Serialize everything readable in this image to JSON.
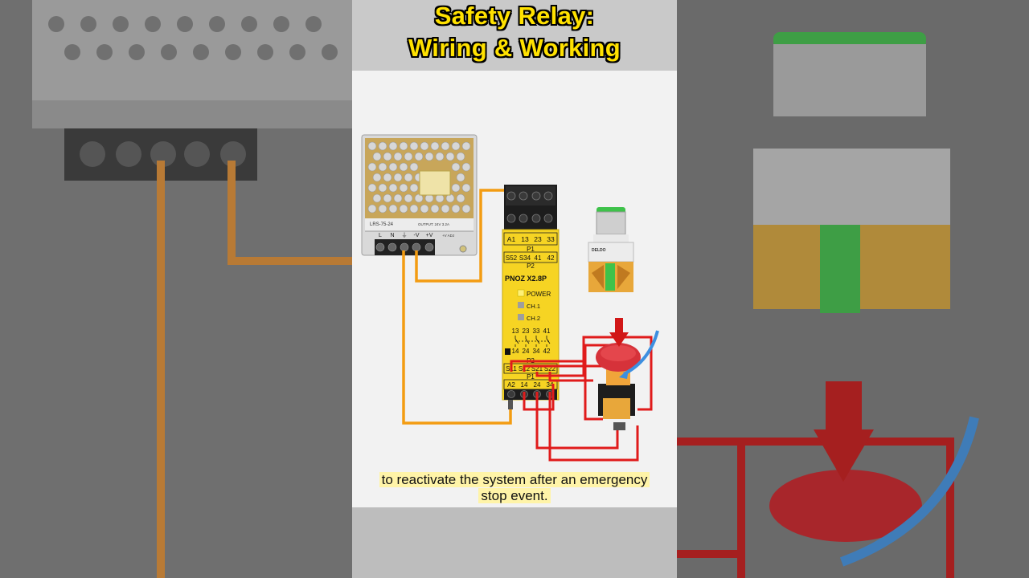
{
  "title": {
    "line1": "Safety Relay:",
    "line2": "Wiring & Working"
  },
  "caption": {
    "line1": "to reactivate the system after an emergency",
    "line2": "stop event."
  },
  "power_supply": {
    "model": "LRS-75-24",
    "output": "OUTPUT: 24V 3.2A",
    "terminals": [
      "L",
      "N",
      "⏚",
      "-V",
      "+V"
    ],
    "adjust": "+V ADJ"
  },
  "relay": {
    "model": "PNOZ X2.8P",
    "top_terminals_row1": [
      "A1",
      "13",
      "23",
      "33"
    ],
    "top_group1": "P1",
    "top_terminals_row2": [
      "S52",
      "S34",
      "41",
      "42"
    ],
    "top_group2": "P2",
    "leds": [
      {
        "label": "POWER",
        "color": "#fff176"
      },
      {
        "label": "CH.1",
        "color": "#9e9e9e"
      },
      {
        "label": "CH.2",
        "color": "#9e9e9e"
      }
    ],
    "contacts_top": [
      "13",
      "23",
      "33",
      "41"
    ],
    "contacts_bottom": [
      "14",
      "24",
      "34",
      "42"
    ],
    "bottom_group2": "P2",
    "bottom_terminals_row1": [
      "S11",
      "S12",
      "S21",
      "S22"
    ],
    "bottom_group1": "P1",
    "bottom_terminals_row2": [
      "A2",
      "14",
      "24",
      "34"
    ]
  },
  "button_brand": "DELDO",
  "colors": {
    "wire_orange": "#f39c12",
    "wire_red": "#e01b1b",
    "relay_yellow": "#f6d423",
    "button_green": "#3ec24a",
    "estop_red": "#c8202a",
    "arrow_blue": "#3d8fe0"
  }
}
